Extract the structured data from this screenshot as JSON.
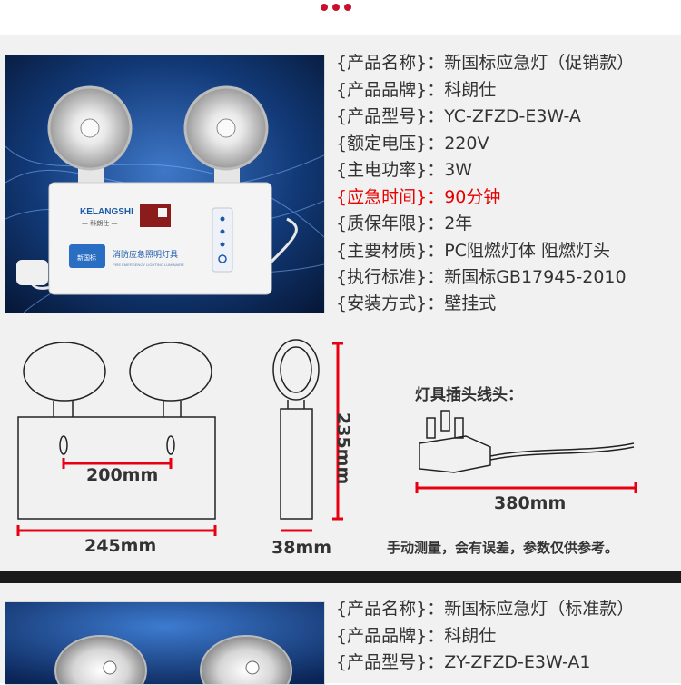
{
  "header": {
    "indicator_dots": 3
  },
  "product1": {
    "box": {
      "brand_en": "KELANGSHI",
      "brand_cn": "— 科朗仕 —",
      "badge_cn": "新国标",
      "label_cn": "消防应急照明灯具",
      "label_en": "FIRE EMERGENCY LIGHTING LUMINAIRE"
    },
    "specs": [
      {
        "key": "{产品名称}",
        "value": "新国标应急灯（促销款）"
      },
      {
        "key": "{产品品牌}",
        "value": "科朗仕"
      },
      {
        "key": "{产品型号}",
        "value": "YC-ZFZD-E3W-A"
      },
      {
        "key": "{额定电压}",
        "value": "220V"
      },
      {
        "key": "{主电功率}",
        "value": "3W"
      },
      {
        "key": "{应急时间}",
        "value": "90分钟"
      },
      {
        "key": "{质保年限}",
        "value": "2年"
      },
      {
        "key": "{主要材质}",
        "value": "PC阻燃灯体 阻燃灯头"
      },
      {
        "key": "{执行标准}",
        "value": "新国标GB17945-2010"
      },
      {
        "key": "{安装方式}",
        "value": "壁挂式"
      }
    ],
    "separator": "：",
    "highlight_color": "#e60000"
  },
  "dimensions": {
    "hole_spacing": "200mm",
    "width": "245mm",
    "depth": "38mm",
    "height": "235mm",
    "plug_title": "灯具插头线头：",
    "cable_length": "380mm",
    "note": "手动测量，会有误差，参数仅供参考。",
    "line_color": "#e60012"
  },
  "product2": {
    "specs": [
      {
        "key": "{产品名称}",
        "value": "新国标应急灯（标准款）"
      },
      {
        "key": "{产品品牌}",
        "value": "科朗仕"
      },
      {
        "key": "{产品型号}",
        "value": "ZY-ZFZD-E3W-A1"
      }
    ]
  }
}
